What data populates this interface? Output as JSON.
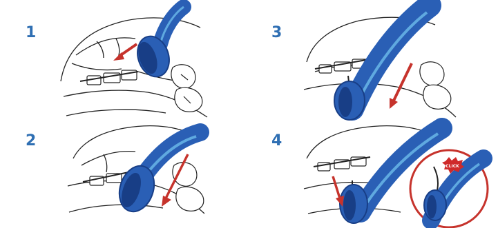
{
  "steps": [
    {
      "number": "1"
    },
    {
      "number": "2"
    },
    {
      "number": "3"
    },
    {
      "number": "4"
    }
  ],
  "stamp_text": "CLICK",
  "colors": {
    "step_number": "#2f6fb3",
    "instrument": "#2a5fb5",
    "instrument_dark": "#183e86",
    "instrument_highlight": "#5fa9e0",
    "arrow": "#c6332c",
    "line_art": "#222222",
    "stamp": "#cf2a2a"
  },
  "icons": [
    "ligature-gun-icon",
    "bracket-icon",
    "tooth-icon",
    "direction-arrow-icon",
    "click-stamp-icon"
  ]
}
